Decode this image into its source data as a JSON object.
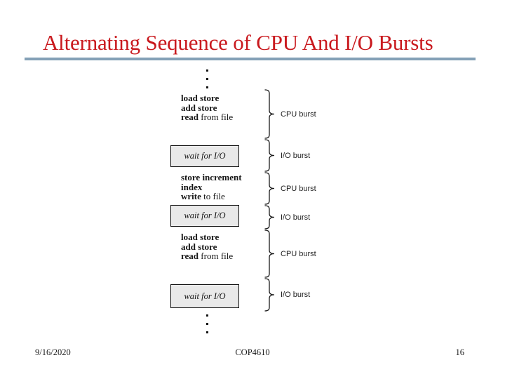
{
  "slide": {
    "title": "Alternating Sequence of CPU And I/O Bursts",
    "title_color": "#c9191e",
    "divider_color": "#84a1b7"
  },
  "diagram": {
    "icons": {
      "ellipsis_top": "vertical-ellipsis",
      "ellipsis_bottom": "vertical-ellipsis",
      "brace": "curly-brace-right"
    },
    "box_fill_color": "#e9e9e9",
    "code_blocks": [
      [
        [
          "load store",
          ""
        ],
        [
          "add store",
          ""
        ],
        [
          "read",
          " from file"
        ]
      ],
      [
        [
          "store increment",
          ""
        ],
        [
          "index",
          ""
        ],
        [
          "write",
          " to file"
        ]
      ],
      [
        [
          "load store",
          ""
        ],
        [
          "add store",
          ""
        ],
        [
          "read",
          " from file"
        ]
      ]
    ],
    "wait_boxes": [
      "wait for I/O",
      "wait for I/O",
      "wait for I/O"
    ],
    "brace_labels": [
      "CPU burst",
      "I/O burst",
      "CPU burst",
      "I/O burst",
      "CPU burst",
      "I/O burst"
    ]
  },
  "footer": {
    "date": "9/16/2020",
    "course": "COP4610",
    "page": "16"
  }
}
